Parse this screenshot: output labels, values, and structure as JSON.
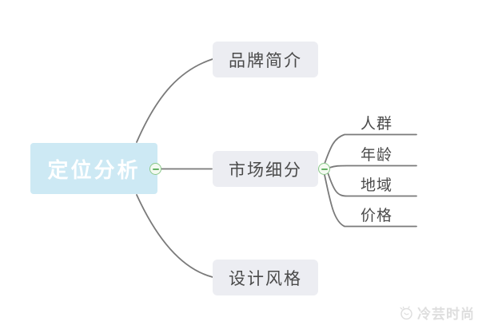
{
  "nodes": {
    "root": {
      "label": "定位分析"
    },
    "branches": [
      {
        "label": "品牌简介"
      },
      {
        "label": "市场细分"
      },
      {
        "label": "设计风格"
      }
    ],
    "sub_branches": [
      {
        "label": "人群"
      },
      {
        "label": "年龄"
      },
      {
        "label": "地域"
      },
      {
        "label": "价格"
      }
    ]
  },
  "icons": {
    "collapse_button": "minus-circle",
    "watermark_logo": "circular-brand-logo"
  },
  "colors": {
    "root_node_bg": "#cde9f4",
    "root_node_text": "#ffffff",
    "branch_node_bg": "#ecedf2",
    "branch_node_text": "#4a4a4a",
    "connector_line": "#7a7a7a",
    "collapse_border": "#8bc98b",
    "collapse_fill": "#f4faf1",
    "collapse_minus": "#64b264",
    "watermark_text_color": "#dedede"
  },
  "watermark": {
    "label": "冷芸时尚"
  }
}
